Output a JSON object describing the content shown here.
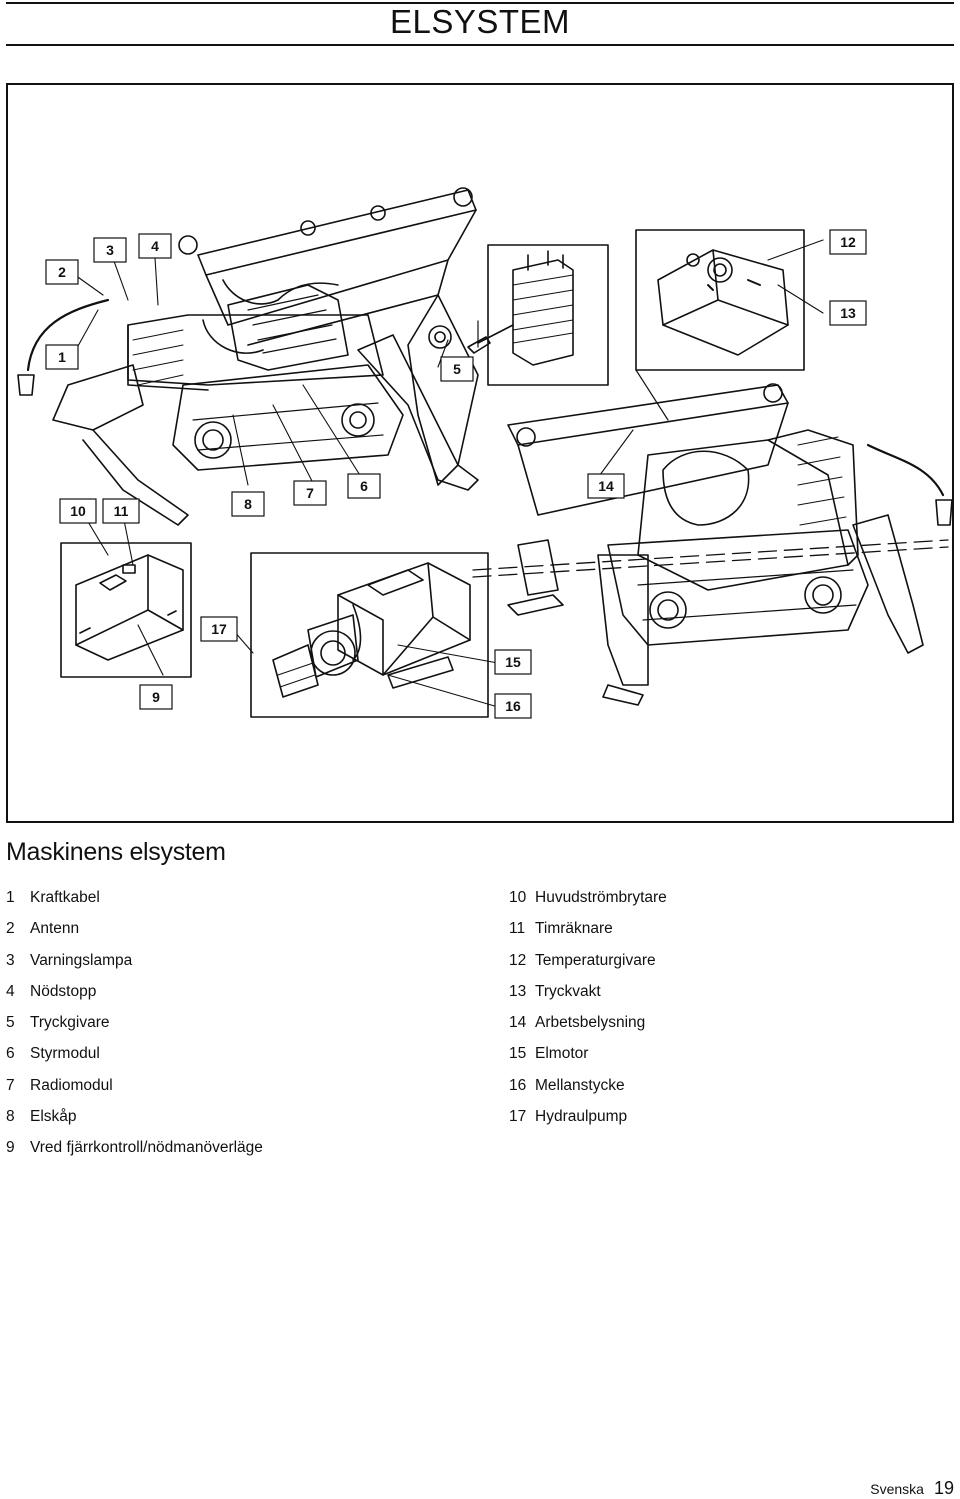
{
  "header": {
    "title": "ELSYSTEM"
  },
  "figure": {
    "callouts": [
      {
        "n": "2"
      },
      {
        "n": "3"
      },
      {
        "n": "4"
      },
      {
        "n": "1"
      },
      {
        "n": "5"
      },
      {
        "n": "12"
      },
      {
        "n": "13"
      },
      {
        "n": "10"
      },
      {
        "n": "11"
      },
      {
        "n": "8"
      },
      {
        "n": "7"
      },
      {
        "n": "6"
      },
      {
        "n": "14"
      },
      {
        "n": "17"
      },
      {
        "n": "15"
      },
      {
        "n": "9"
      },
      {
        "n": "16"
      }
    ]
  },
  "section": {
    "title": "Maskinens elsystem"
  },
  "legend": {
    "left": [
      {
        "num": "1",
        "label": "Kraftkabel"
      },
      {
        "num": "2",
        "label": "Antenn"
      },
      {
        "num": "3",
        "label": "Varningslampa"
      },
      {
        "num": "4",
        "label": "Nödstopp"
      },
      {
        "num": "5",
        "label": "Tryckgivare"
      },
      {
        "num": "6",
        "label": "Styrmodul"
      },
      {
        "num": "7",
        "label": "Radiomodul"
      },
      {
        "num": "8",
        "label": "Elskåp"
      },
      {
        "num": "9",
        "label": "Vred fjärrkontroll/nödmanöverläge"
      }
    ],
    "right": [
      {
        "num": "10",
        "label": "Huvudströmbrytare"
      },
      {
        "num": "11",
        "label": "Timräknare"
      },
      {
        "num": "12",
        "label": "Temperaturgivare"
      },
      {
        "num": "13",
        "label": "Tryckvakt"
      },
      {
        "num": "14",
        "label": "Arbetsbelysning"
      },
      {
        "num": "15",
        "label": "Elmotor"
      },
      {
        "num": "16",
        "label": "Mellanstycke"
      },
      {
        "num": "17",
        "label": "Hydraulpump"
      }
    ]
  },
  "footer": {
    "language": "Svenska",
    "page_number": "19"
  }
}
